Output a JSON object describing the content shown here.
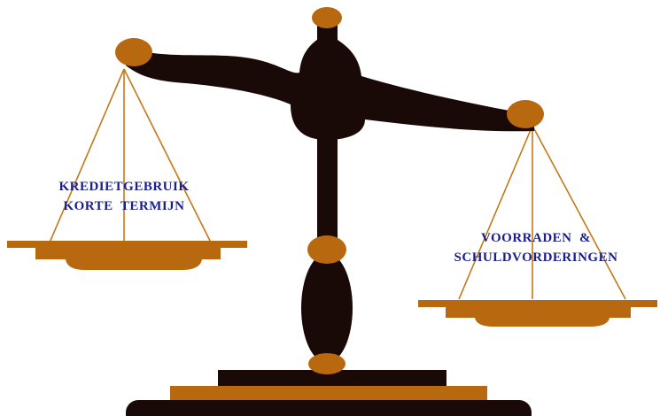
{
  "scale": {
    "left_pan": {
      "lines": [
        "KREDIETGEBRUIK",
        "KORTE  TERMIJN"
      ]
    },
    "right_pan": {
      "lines": [
        "VOORRADEN  &",
        "SCHULDVORDERINGEN"
      ]
    }
  },
  "colors": {
    "body": "#1a0a07",
    "accent": "#b8690f",
    "string": "#c17a18",
    "label": "#1a1f8c",
    "background": "#ffffff"
  }
}
